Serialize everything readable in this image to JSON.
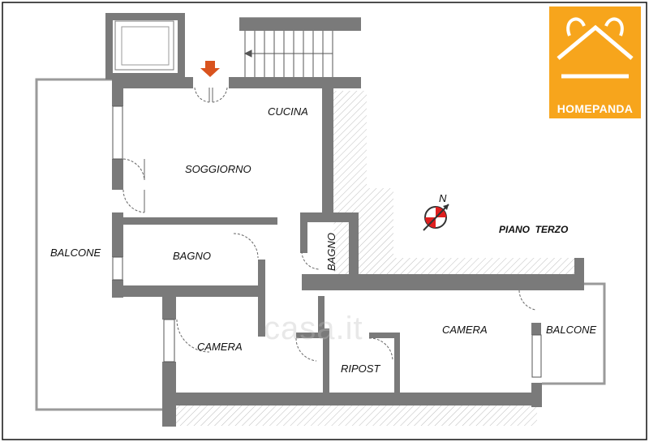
{
  "plan": {
    "floor_label": "PIANO  TERZO",
    "rooms": {
      "cucina": "CUCINA",
      "soggiorno": "SOGGIORNO",
      "bagno_1": "BAGNO",
      "bagno_2": "BAGNO",
      "balcone_left": "BALCONE",
      "balcone_right": "BALCONE",
      "camera_1": "CAMERA",
      "camera_2": "CAMERA",
      "ripost": "RIPOST"
    },
    "compass_letter": "N",
    "watermark": "casa.it"
  },
  "logo": {
    "text": "HOMEPANDA",
    "background": "#f7a51c"
  },
  "colors": {
    "wall": "#7a7a7a",
    "entrance_arrow": "#d9531e",
    "compass_red": "#e01f1f"
  }
}
